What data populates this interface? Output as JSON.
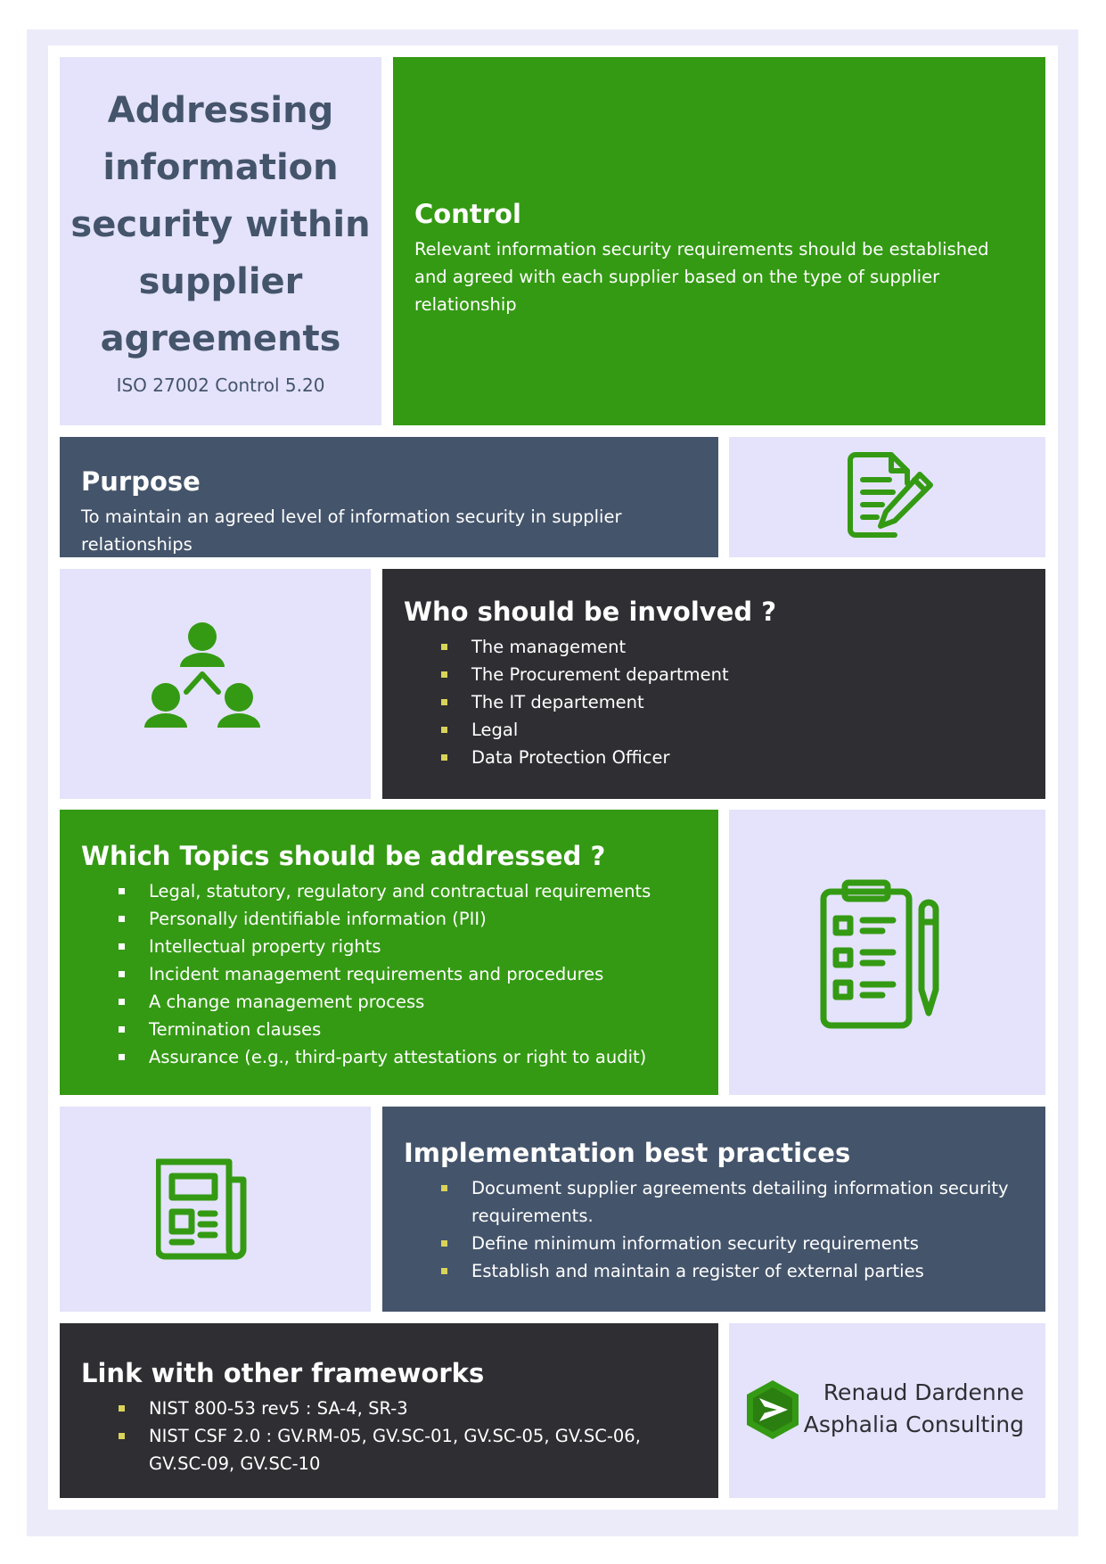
{
  "title": {
    "main": "Addressing information security within supplier agreements",
    "subtitle": "ISO 27002 Control 5.20"
  },
  "control": {
    "heading": "Control",
    "text": "Relevant information security requirements should be established and agreed with each supplier based on the type of supplier relationship"
  },
  "purpose": {
    "heading": "Purpose",
    "text": "To maintain an agreed level of information security in supplier relationships"
  },
  "who": {
    "heading": "Who should be involved ?",
    "items": [
      "The management",
      "The Procurement department",
      "The IT departement",
      "Legal",
      "Data Protection Officer"
    ]
  },
  "topics": {
    "heading": "Which Topics should be addressed ?",
    "items": [
      "Legal, statutory, regulatory and contractual requirements",
      "Personally identifiable information (PII)",
      "Intellectual property rights",
      "Incident management requirements and procedures",
      "A change management process",
      "Termination clauses",
      "Assurance (e.g., third-party attestations or right to audit)"
    ]
  },
  "implementation": {
    "heading": "Implementation best practices",
    "items": [
      "Document supplier agreements detailing information security requirements.",
      "Define minimum information security requirements",
      "Establish and maintain a register of external parties"
    ]
  },
  "frameworks": {
    "heading": "Link with other frameworks",
    "items": [
      "NIST 800-53 rev5 : SA-4, SR-3",
      "NIST CSF 2.0 : GV.RM-05, GV.SC-01, GV.SC-05, GV.SC-06, GV.SC-09, GV.SC-10"
    ]
  },
  "brand": {
    "author": "Renaud Dardenne",
    "company": "Asphalia Consulting"
  },
  "colors": {
    "green": "#349a13",
    "slate": "#44546b",
    "dark": "#2e2e33",
    "lavender": "#e4e3fb",
    "bullet_yellow": "#d9d35a"
  },
  "icons": [
    "document-edit-icon",
    "people-network-icon",
    "checklist-icon",
    "newspaper-icon",
    "asphalia-logo"
  ]
}
